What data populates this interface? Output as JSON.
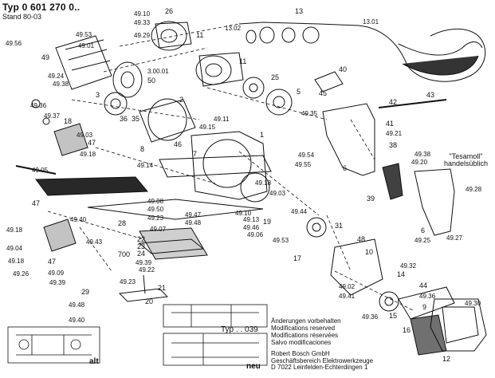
{
  "header": {
    "type_label": "Typ 0 601 270 0..",
    "stand": "Stand 80-03"
  },
  "part_labels": [
    "49.10",
    "26",
    "49.33",
    "49.29",
    "11",
    "13",
    "13.02",
    "13.01",
    "49.56",
    "49",
    "49.53",
    "49.01",
    "11",
    "49.24",
    "49.38",
    "3.00.01",
    "50",
    "3",
    "25",
    "40",
    "5",
    "49.36",
    "49.37",
    "18",
    "2",
    "45",
    "43",
    "42",
    "49.35",
    "36",
    "35",
    "49.15",
    "49.11",
    "41",
    "49.21",
    "49.03",
    "47",
    "1",
    "46",
    "8",
    "38",
    "49.38",
    "49.20",
    "49.18",
    "7",
    "49.14",
    "49.54",
    "49.55",
    "6",
    "49.05",
    "49.28",
    "49.08",
    "49.50",
    "49.23",
    "49.47",
    "49.48",
    "49.18",
    "49.03",
    "49.44",
    "39",
    "47",
    "49.40",
    "28",
    "49.07",
    "49.10",
    "49.13",
    "49.46",
    "19",
    "49.06",
    "49.53",
    "6",
    "49.25",
    "49.27",
    "49.18",
    "49.43",
    "49.04",
    "22",
    "700",
    "23",
    "24",
    "49.39",
    "49.22",
    "31",
    "48",
    "17",
    "10",
    "49.18",
    "47",
    "49.09",
    "49.26",
    "49.39",
    "49.23",
    "21",
    "49.32",
    "14",
    "49.02",
    "49.41",
    "15",
    "29",
    "49.48",
    "20",
    "44",
    "49.36",
    "49.30",
    "49.40",
    "9",
    "49.36",
    "16",
    "12"
  ],
  "tesamoll_note": "\"Tesamoll\" handelsüblich",
  "circuit_labels": {
    "left": "alt",
    "right": "neu",
    "type_ref": "Typ . . 039"
  },
  "notes": [
    "Änderungen vorbehalten",
    "Modifications reserved",
    "Modifications réservées",
    "Salvo modificaciones"
  ],
  "company": [
    "Robert Bosch GmbH",
    "Geschäftsbereich Elektrowerkzeuge",
    "D 7022 Leinfelden-Echterdingen 1"
  ],
  "colors": {
    "ink": "#111111",
    "paper": "#ffffff"
  }
}
